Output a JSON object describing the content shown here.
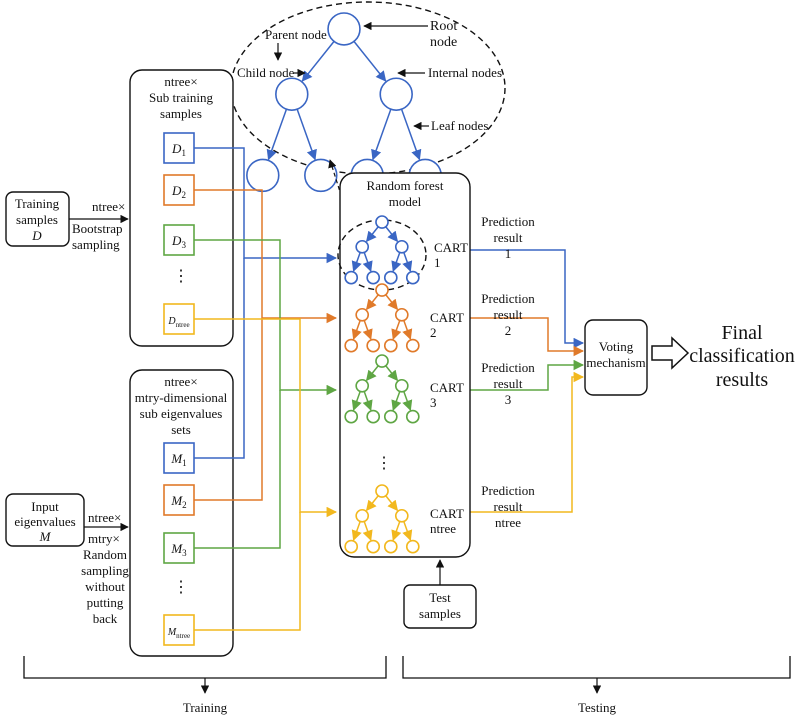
{
  "colors": {
    "blue": "#3a66c4",
    "orange": "#e07a2a",
    "green": "#5fa644",
    "yellow": "#f2b81e",
    "black": "#111111"
  },
  "zoom_tree": {
    "root_label_1": "Root",
    "root_label_2": "node",
    "parent_label": "Parent node",
    "child_label": "Child node",
    "internal_label": "Internal nodes",
    "leaf_label": "Leaf nodes"
  },
  "training_samples": {
    "line1": "Training",
    "line2": "samples",
    "symbol": "D"
  },
  "bootstrap": {
    "line1": "ntree×",
    "line2": "Bootstrap",
    "line3": "sampling"
  },
  "sub_training": {
    "header1": "ntree×",
    "header2": "Sub training",
    "header3": "samples",
    "items": [
      {
        "base": "D",
        "sub": "1"
      },
      {
        "base": "D",
        "sub": "2"
      },
      {
        "base": "D",
        "sub": "3"
      },
      {
        "base": "D",
        "sub": "ntree"
      }
    ],
    "ellipsis": "⋮"
  },
  "input_eigen": {
    "line1": "Input",
    "line2": "eigenvalues",
    "symbol": "M"
  },
  "random_sampling": {
    "line1": "ntree×",
    "line2": "mtry×",
    "line3": "Random",
    "line4": "sampling",
    "line5": "without",
    "line6": "putting",
    "line7": "back"
  },
  "sub_eigen": {
    "header1": "ntree×",
    "header2": "mtry-dimensional",
    "header3": "sub eigenvalues",
    "header4": "sets",
    "items": [
      {
        "base": "M",
        "sub": "1"
      },
      {
        "base": "M",
        "sub": "2"
      },
      {
        "base": "M",
        "sub": "3"
      },
      {
        "base": "M",
        "sub": "ntree"
      }
    ],
    "ellipsis": "⋮"
  },
  "forest": {
    "title1": "Random forest",
    "title2": "model",
    "carts": [
      {
        "line1": "CART",
        "line2": "1"
      },
      {
        "line1": "CART",
        "line2": "2"
      },
      {
        "line1": "CART",
        "line2": "3"
      },
      {
        "line1": "CART",
        "line2": "ntree"
      }
    ],
    "ellipsis": "⋮"
  },
  "predictions": [
    {
      "line1": "Prediction",
      "line2": "result",
      "line3": "1"
    },
    {
      "line1": "Prediction",
      "line2": "result",
      "line3": "2"
    },
    {
      "line1": "Prediction",
      "line2": "result",
      "line3": "3"
    },
    {
      "line1": "Prediction",
      "line2": "result",
      "line3": "ntree"
    }
  ],
  "voting": {
    "line1": "Voting",
    "line2": "mechanism"
  },
  "final": {
    "line1": "Final",
    "line2": "classification",
    "line3": "results"
  },
  "test_samples": {
    "line1": "Test",
    "line2": "samples"
  },
  "phases": {
    "training": "Training",
    "testing": "Testing"
  }
}
